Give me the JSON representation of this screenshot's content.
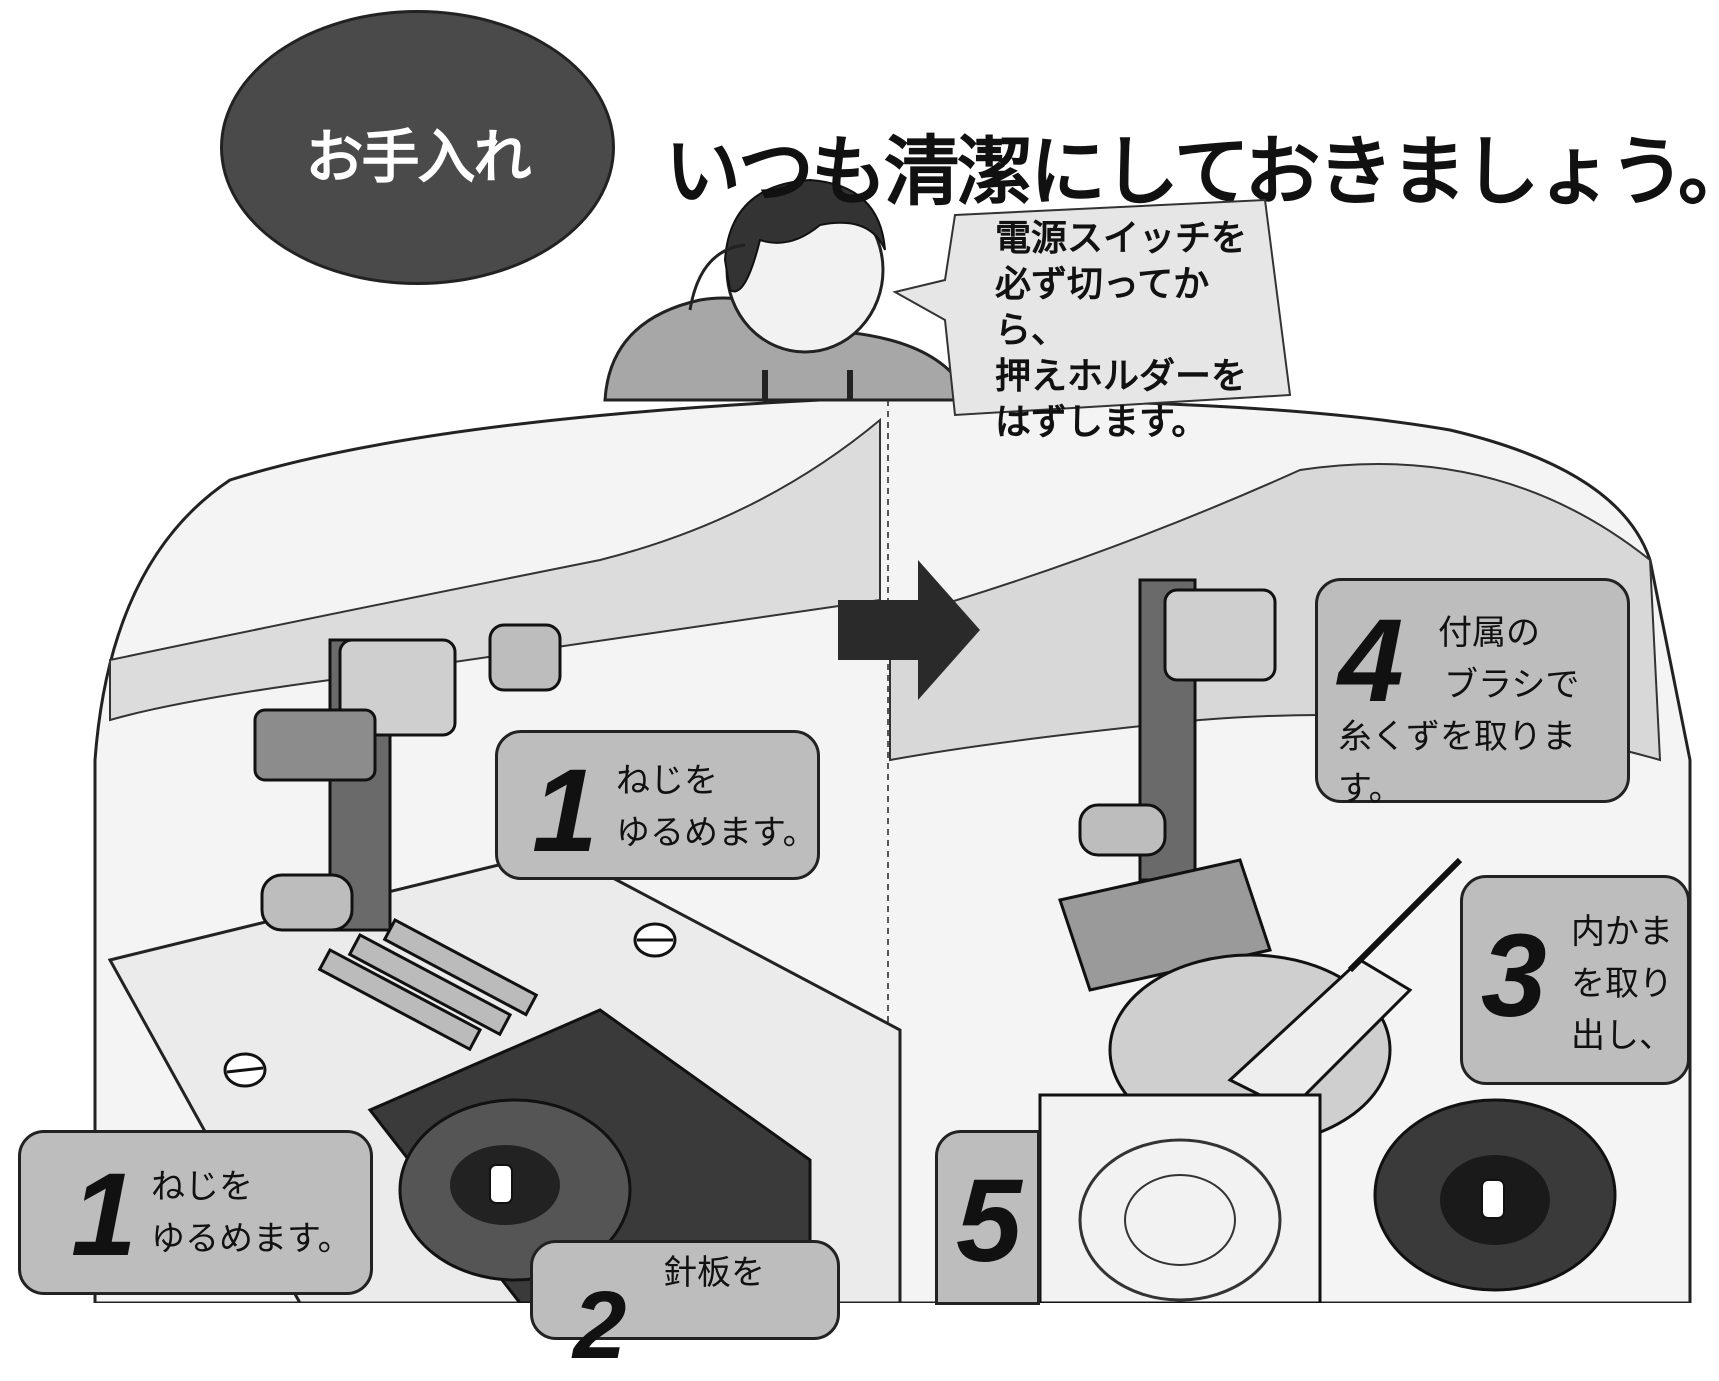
{
  "header": {
    "badge": "お手入れ",
    "headline": "いつも清潔にしておきましょう。"
  },
  "speech": {
    "lines": [
      "電源スイッチを",
      "必ず切ってから、",
      "押えホルダーを",
      "はずします。"
    ]
  },
  "steps": {
    "left_screw_top": {
      "number": "1",
      "lines": [
        "ねじを",
        "ゆるめます。"
      ]
    },
    "left_screw_bottom": {
      "number": "1",
      "lines": [
        "ねじを",
        "ゆるめます。"
      ]
    },
    "needle_plate": {
      "number": "2",
      "lines": [
        "針板を"
      ]
    },
    "brush": {
      "number": "4",
      "lines": [
        "付属の",
        "ブラシで",
        "糸くずを取ります。"
      ]
    },
    "bobbin_case": {
      "number": "3",
      "lines": [
        "内かま",
        "を取り",
        "出し、"
      ]
    },
    "reassemble": {
      "number": "5",
      "lines": []
    }
  },
  "colors": {
    "badge_bg": "#4a4a4a",
    "bubble_bg": "#bdbdbd",
    "ink": "#111111"
  }
}
